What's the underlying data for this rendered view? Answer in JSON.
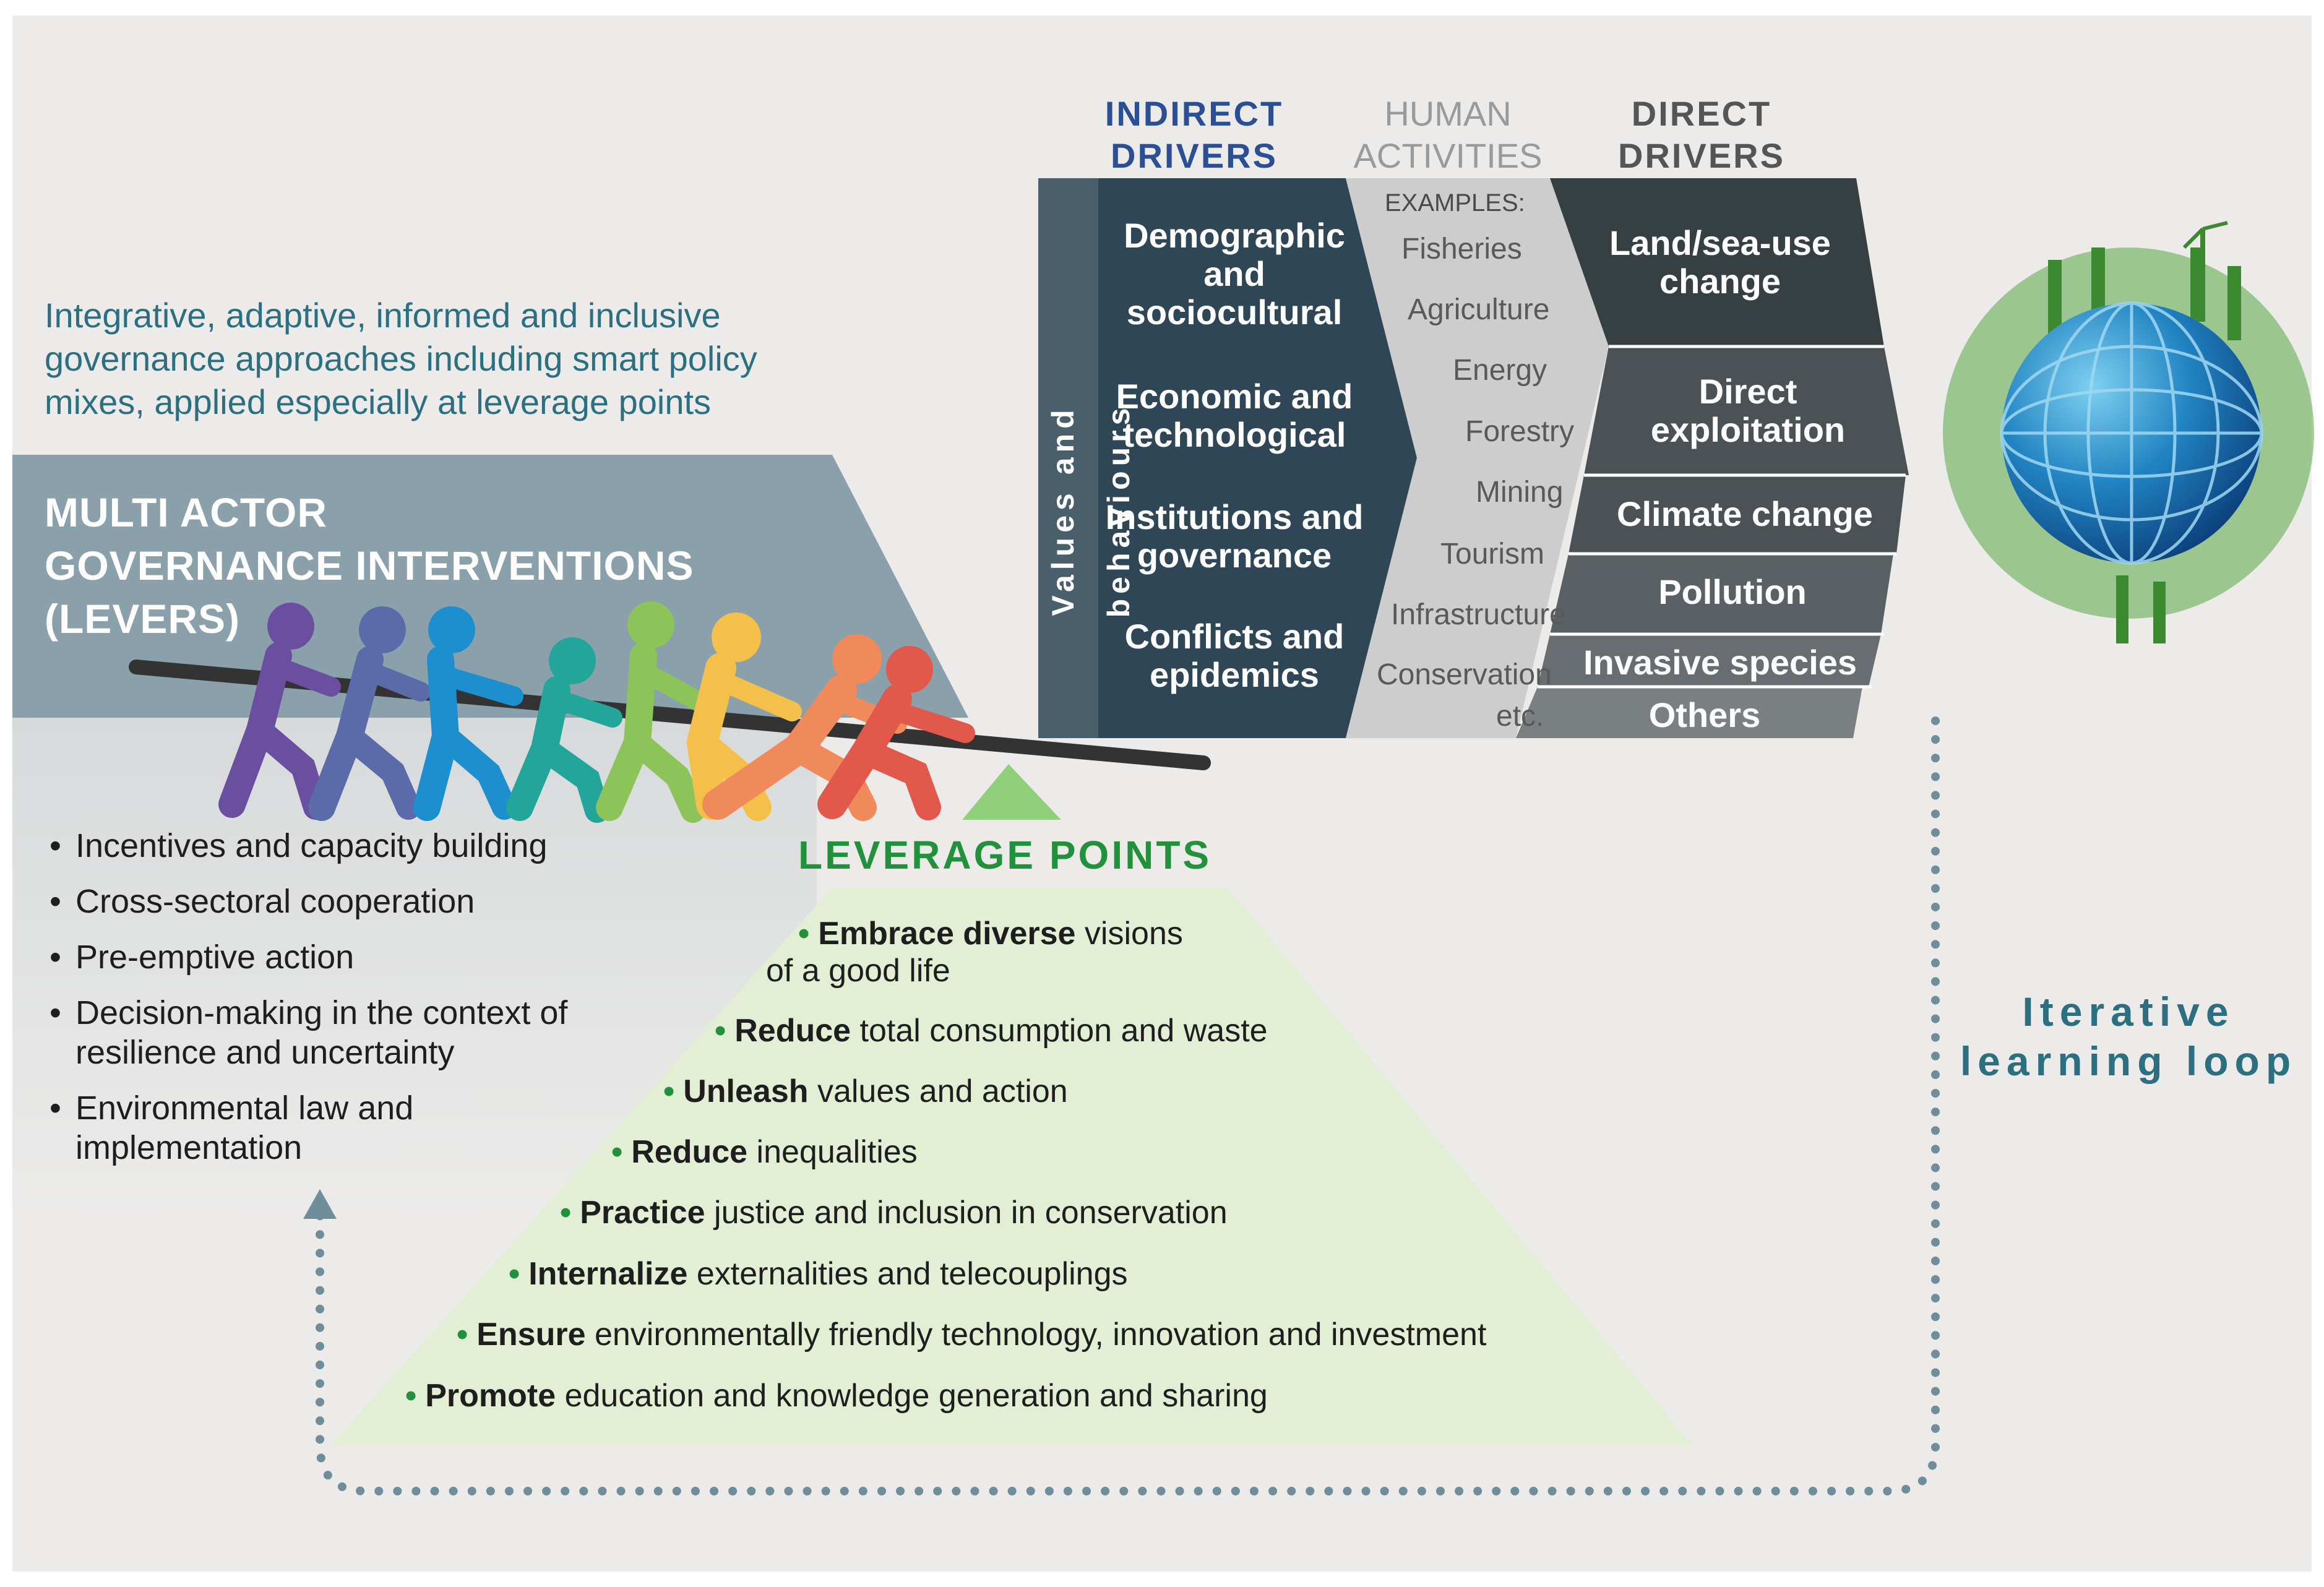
{
  "intro_text": "Integrative, adaptive, informed and inclusive governance approaches including smart policy mixes, applied especially at leverage points",
  "levers_title_line1": "MULTI ACTOR",
  "levers_title_line2": "GOVERNANCE INTERVENTIONS",
  "levers_title_line3": "(LEVERS)",
  "levers": [
    {
      "line1": "Incentives and capacity building",
      "line2": ""
    },
    {
      "line1": "Cross-sectoral cooperation",
      "line2": ""
    },
    {
      "line1": "Pre-emptive action",
      "line2": ""
    },
    {
      "line1": "Decision-making in the context of",
      "line2": "resilience and uncertainty"
    },
    {
      "line1": "Environmental law and",
      "line2": "implementation"
    }
  ],
  "leverage_points_title": "LEVERAGE POINTS",
  "leverage_points": [
    {
      "bold": "Embrace diverse",
      "rest": " visions",
      "line2": "of a good life"
    },
    {
      "bold": "Reduce",
      "rest": " total consumption and waste",
      "line2": ""
    },
    {
      "bold": "Unleash",
      "rest": " values and action",
      "line2": ""
    },
    {
      "bold": "Reduce",
      "rest": " inequalities",
      "line2": ""
    },
    {
      "bold": "Practice",
      "rest": " justice and inclusion in conservation",
      "line2": ""
    },
    {
      "bold": "Internalize",
      "rest": " externalities and telecouplings",
      "line2": ""
    },
    {
      "bold": "Ensure",
      "rest": " environmentally friendly technology, innovation and investment",
      "line2": ""
    },
    {
      "bold": "Promote",
      "rest": " education and knowledge generation and sharing",
      "line2": ""
    }
  ],
  "indirect_drivers": {
    "heading_line1": "INDIRECT",
    "heading_line2": "DRIVERS",
    "side_label": "Values and behaviours",
    "items": [
      {
        "line1": "Demographic",
        "line2": "and",
        "line3": "sociocultural"
      },
      {
        "line1": "Economic and",
        "line2": "technological",
        "line3": ""
      },
      {
        "line1": "Institutions and",
        "line2": "governance",
        "line3": ""
      },
      {
        "line1": "Conflicts and",
        "line2": "epidemics",
        "line3": ""
      }
    ]
  },
  "human_activities": {
    "heading_line1": "HUMAN",
    "heading_line2": "ACTIVITIES",
    "examples_label": "EXAMPLES:",
    "items": [
      "Fisheries",
      "Agriculture",
      "Energy",
      "Forestry",
      "Mining",
      "Tourism",
      "Infrastructure",
      "Conservation",
      "etc."
    ]
  },
  "direct_drivers": {
    "heading_line1": "DIRECT",
    "heading_line2": "DRIVERS",
    "items": [
      {
        "line1": "Land/sea-use",
        "line2": "change"
      },
      {
        "line1": "Direct",
        "line2": "exploitation"
      },
      {
        "line1": "Climate change",
        "line2": ""
      },
      {
        "line1": "Pollution",
        "line2": ""
      },
      {
        "line1": "Invasive species",
        "line2": ""
      },
      {
        "line1": "Others",
        "line2": ""
      }
    ]
  },
  "loop_label_line1": "Iterative",
  "loop_label_line2": "learning loop",
  "colors": {
    "background": "#ecebea",
    "lever_band": "#8aa0ab",
    "indirect_heading": "#2a4f94",
    "indirect_box": "#2f4656",
    "values_strip": "#4a5f6c",
    "activities_box": "#cdcdcd",
    "direct_heading": "#555555",
    "direct_box_dark": "#363f42",
    "direct_box_mid": "#4a5255",
    "direct_box_light": "#6f7578",
    "leverage_green": "#21923b",
    "leverage_triangle": "#e2efd4",
    "loop_teal": "#2b6f80",
    "loop_dots": "#6f8e9b"
  }
}
